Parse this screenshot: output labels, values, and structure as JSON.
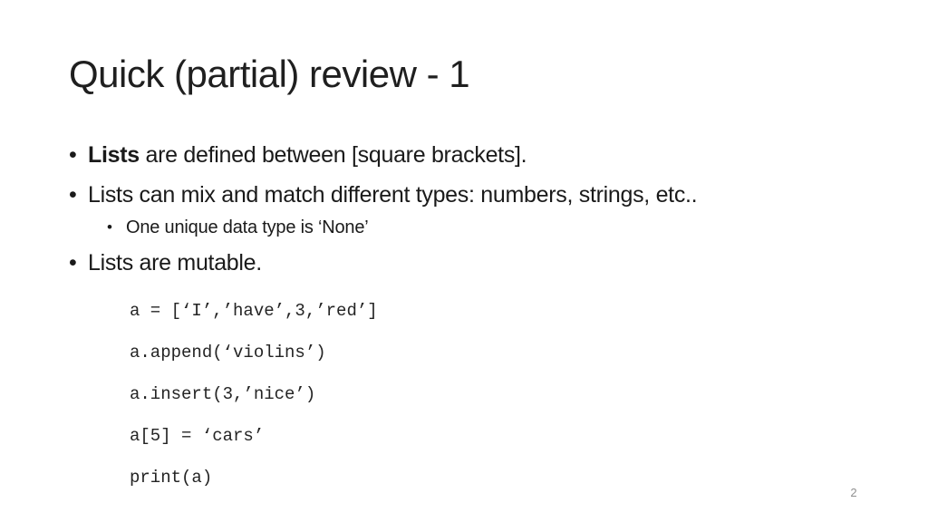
{
  "slide": {
    "title": "Quick (partial) review - 1",
    "bullet_char": "•",
    "bullets": [
      {
        "level": 1,
        "bold": "Lists",
        "rest": " are defined between [square brackets]."
      },
      {
        "level": 1,
        "text": "Lists can mix and match different types: numbers, strings, etc.."
      },
      {
        "level": 2,
        "text": "One unique data type is ‘None’"
      },
      {
        "level": 1,
        "text": "Lists are mutable."
      }
    ],
    "code_lines": [
      "a = [‘I’,’have’,3,’red’]",
      "a.append(‘violins’)",
      "a.insert(3,’nice’)",
      "a[5] = ‘cars’",
      "print(a)"
    ],
    "page_number": "2"
  },
  "colors": {
    "background": "#ffffff",
    "text": "#1a1a1a",
    "page_number": "#909090"
  }
}
